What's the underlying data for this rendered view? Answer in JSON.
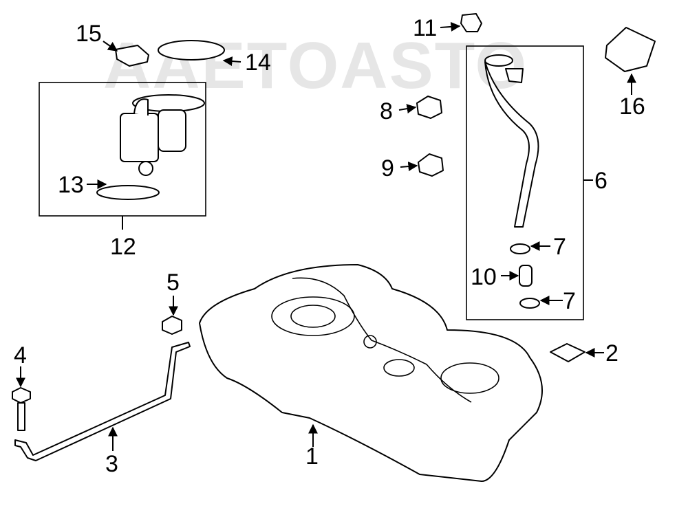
{
  "watermark": "AAETOASTO",
  "callouts": {
    "c1": "1",
    "c2": "2",
    "c3": "3",
    "c4": "4",
    "c5": "5",
    "c6": "6",
    "c7a": "7",
    "c7b": "7",
    "c8": "8",
    "c9": "9",
    "c10": "10",
    "c11": "11",
    "c12": "12",
    "c13": "13",
    "c14": "14",
    "c15": "15",
    "c16": "16"
  }
}
